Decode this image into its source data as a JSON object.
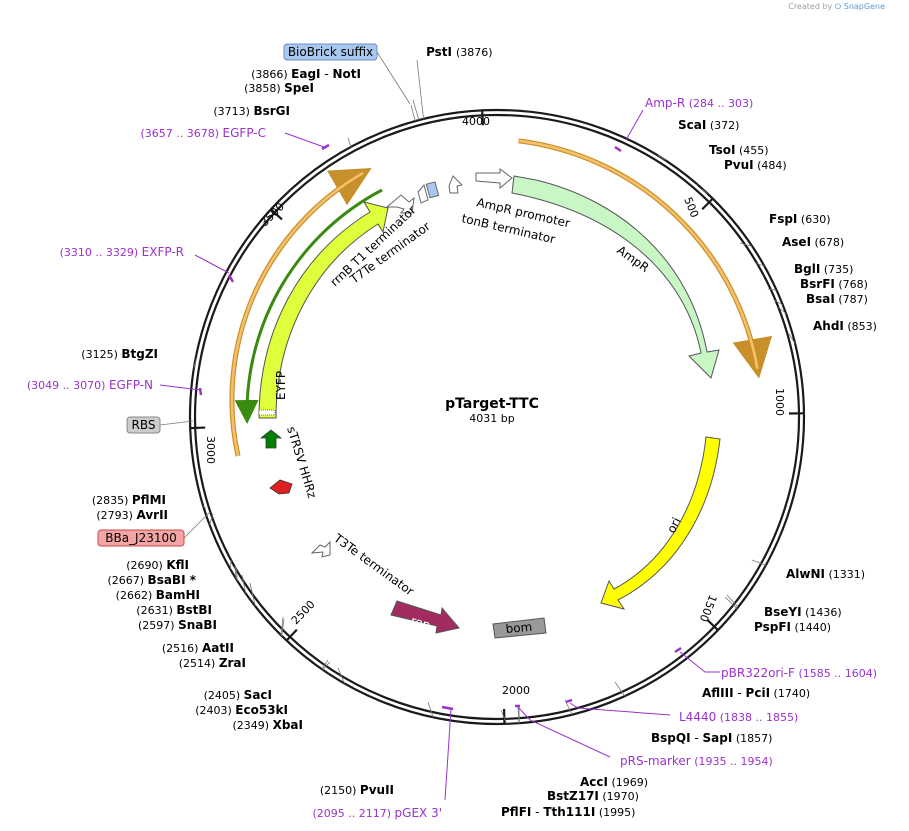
{
  "watermark": {
    "created_by": "Created by",
    "brand": "SnapGene"
  },
  "plasmid": {
    "name": "pTarget-TTC",
    "size_label": "4031 bp",
    "length": 4031
  },
  "colors": {
    "backbone": "#1a1a1a",
    "site_label": "#000000",
    "primer": "#9a32cd",
    "ampr_feature": "#c8f7c5",
    "eyfp_feature": "#ddff3c",
    "ori_feature": "#ffff00",
    "rop_feature": "#a42b62",
    "bom_feature": "#999999",
    "strsv_feature": "#008000",
    "hhrz_feature": "#e02020",
    "primer_arrow_outline": "#c8902a",
    "primer_arrow_inner": "#f5c06a",
    "green_arrow": "#3a8a10",
    "tag_blue": "#a8c8f0",
    "tag_red": "#f4a4a4",
    "tag_grey": "#cccccc"
  },
  "ticks": [
    {
      "bp": 500,
      "label": "500"
    },
    {
      "bp": 1000,
      "label": "1000"
    },
    {
      "bp": 1500,
      "label": "1500"
    },
    {
      "bp": 2000,
      "label": "2000"
    },
    {
      "bp": 2500,
      "label": "2500"
    },
    {
      "bp": 3000,
      "label": "3000"
    },
    {
      "bp": 3500,
      "label": "3500"
    },
    {
      "bp": 4000,
      "label": "4000"
    }
  ],
  "sites": [
    {
      "name": "PstI",
      "pos": "(3876)"
    },
    {
      "name": "EagI",
      "sep": " - ",
      "name2": "NotI",
      "pos": "(3866)"
    },
    {
      "name": "SpeI",
      "pos": "(3858)"
    },
    {
      "name": "BsrGI",
      "pos": "(3713)"
    },
    {
      "name": "ScaI",
      "pos": "(372)"
    },
    {
      "name": "TsoI",
      "pos": "(455)"
    },
    {
      "name": "PvuI",
      "pos": "(484)"
    },
    {
      "name": "FspI",
      "pos": "(630)"
    },
    {
      "name": "AseI",
      "pos": "(678)"
    },
    {
      "name": "BglI",
      "pos": "(735)"
    },
    {
      "name": "BsrFI",
      "pos": "(768)"
    },
    {
      "name": "BsaI",
      "pos": "(787)"
    },
    {
      "name": "AhdI",
      "pos": "(853)"
    },
    {
      "name": "BtgZI",
      "pos": "(3125)"
    },
    {
      "name": "PflMI",
      "pos": "(2835)"
    },
    {
      "name": "AvrII",
      "pos": "(2793)"
    },
    {
      "name": "KflI",
      "pos": "(2690)"
    },
    {
      "name": "BsaBI *",
      "pos": "(2667)"
    },
    {
      "name": "BamHI",
      "pos": "(2662)"
    },
    {
      "name": "BstBI",
      "pos": "(2631)"
    },
    {
      "name": "SnaBI",
      "pos": "(2597)"
    },
    {
      "name": "AatII",
      "pos": "(2516)"
    },
    {
      "name": "ZraI",
      "pos": "(2514)"
    },
    {
      "name": "SacI",
      "pos": "(2405)"
    },
    {
      "name": "Eco53kI",
      "pos": "(2403)"
    },
    {
      "name": "XbaI",
      "pos": "(2349)"
    },
    {
      "name": "PvuII",
      "pos": "(2150)"
    },
    {
      "name": "AlwNI",
      "pos": "(1331)"
    },
    {
      "name": "BseYI",
      "pos": "(1436)"
    },
    {
      "name": "PspFI",
      "pos": "(1440)"
    },
    {
      "name": "AflIII",
      "sep": " - ",
      "name2": "PciI",
      "pos": "(1740)"
    },
    {
      "name": "BspQI",
      "sep": " - ",
      "name2": "SapI",
      "pos": "(1857)"
    },
    {
      "name": "AccI",
      "pos": "(1969)"
    },
    {
      "name": "BstZ17I",
      "pos": "(1970)"
    },
    {
      "name": "PflFI",
      "sep": " - ",
      "name2": "Tth111I",
      "pos": "(1995)"
    }
  ],
  "primers": [
    {
      "name": "Amp-R",
      "range": "(284 .. 303)"
    },
    {
      "name": "EGFP-C",
      "range": "(3657 .. 3678)"
    },
    {
      "name": "EXFP-R",
      "range": "(3310 .. 3329)"
    },
    {
      "name": "EGFP-N",
      "range": "(3049 .. 3070)"
    },
    {
      "name": "pBR322ori-F",
      "range": "(1585 .. 1604)"
    },
    {
      "name": "L4440",
      "range": "(1838 .. 1855)"
    },
    {
      "name": "pRS-marker",
      "range": "(1935 .. 1954)"
    },
    {
      "name": "pGEX 3'",
      "range": "(2095 .. 2117)"
    }
  ],
  "tags": [
    {
      "label": "BioBrick suffix",
      "style": "blue"
    },
    {
      "label": "RBS",
      "style": "grey"
    },
    {
      "label": "BBa_J23100",
      "style": "red"
    }
  ],
  "features": [
    {
      "label": "AmpR promoter"
    },
    {
      "label": "tonB terminator"
    },
    {
      "label": "AmpR"
    },
    {
      "label": "rrnB T1 terminator"
    },
    {
      "label": "T7Te terminator"
    },
    {
      "label": "EYFP"
    },
    {
      "label": "sTRSV HHRz"
    },
    {
      "label": "ori"
    },
    {
      "label": "T3Te terminator"
    },
    {
      "label": "rop"
    },
    {
      "label": "bom"
    }
  ]
}
